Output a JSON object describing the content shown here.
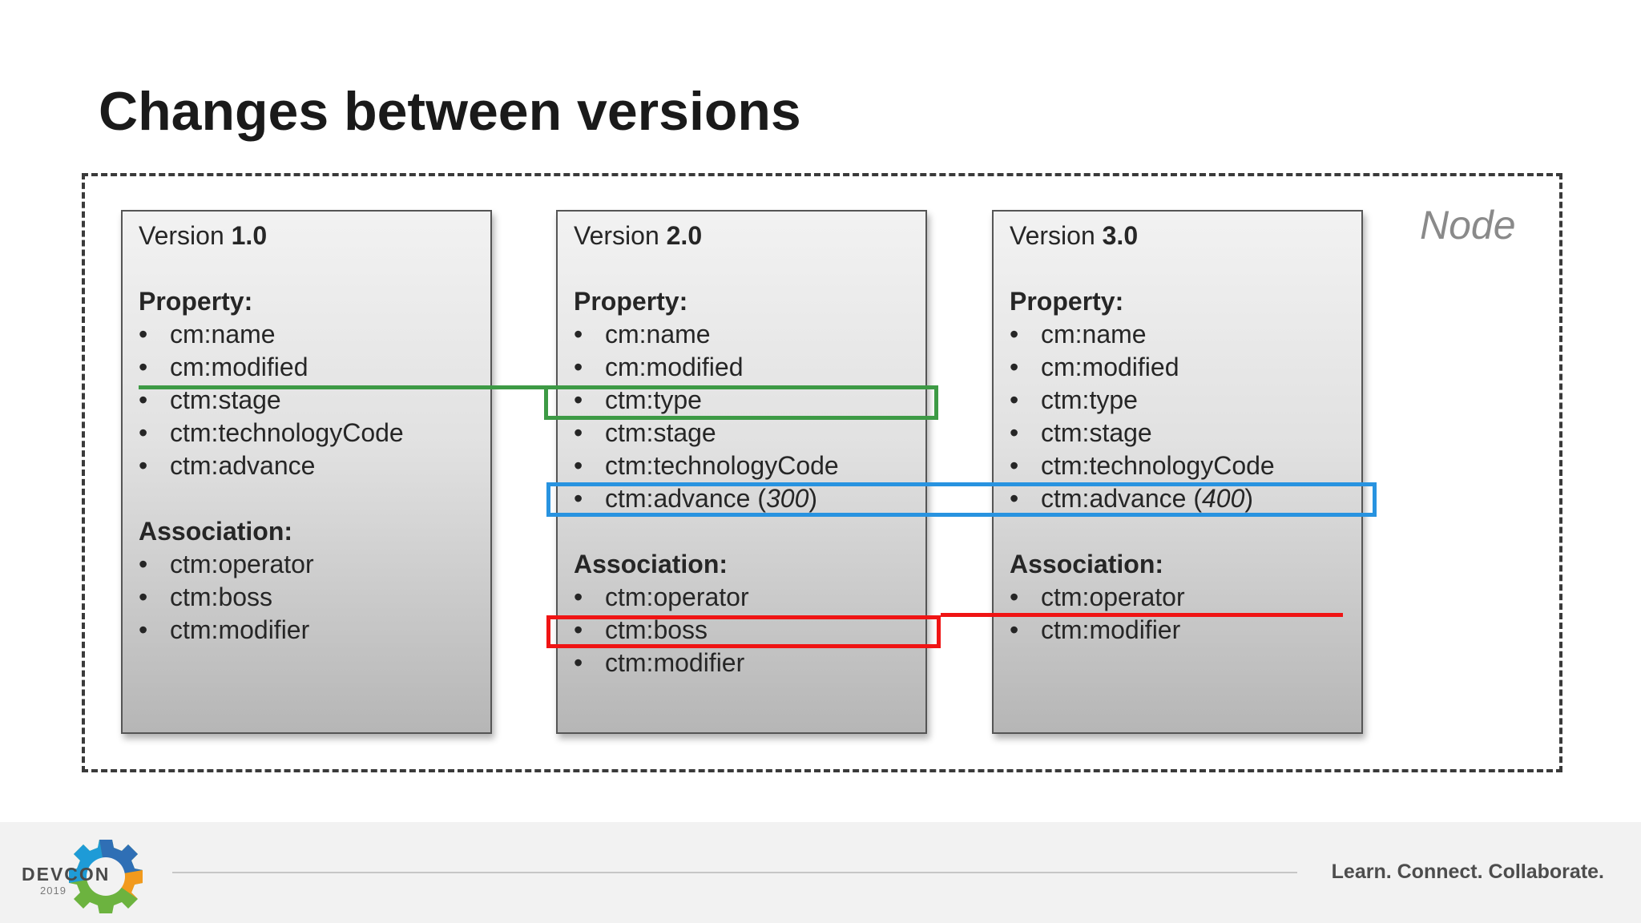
{
  "slide": {
    "title": "Changes between versions"
  },
  "node_label": "Node",
  "versions": [
    {
      "prefix": "Version",
      "number": "1.0",
      "property_heading": "Property:",
      "properties": [
        {
          "text": "cm:name"
        },
        {
          "text": "cm:modified"
        },
        {
          "text": "ctm:stage"
        },
        {
          "text": "ctm:technologyCode"
        },
        {
          "text": "ctm:advance"
        }
      ],
      "association_heading": "Association:",
      "associations": [
        {
          "text": "ctm:operator"
        },
        {
          "text": "ctm:boss"
        },
        {
          "text": "ctm:modifier"
        }
      ]
    },
    {
      "prefix": "Version",
      "number": "2.0",
      "property_heading": "Property:",
      "properties": [
        {
          "text": "cm:name"
        },
        {
          "text": "cm:modified"
        },
        {
          "text": "ctm:type"
        },
        {
          "text": "ctm:stage"
        },
        {
          "text": "ctm:technologyCode"
        },
        {
          "text": "ctm:advance",
          "note": "300"
        }
      ],
      "association_heading": "Association:",
      "associations": [
        {
          "text": "ctm:operator"
        },
        {
          "text": "ctm:boss"
        },
        {
          "text": "ctm:modifier"
        }
      ]
    },
    {
      "prefix": "Version",
      "number": "3.0",
      "property_heading": "Property:",
      "properties": [
        {
          "text": "cm:name"
        },
        {
          "text": "cm:modified"
        },
        {
          "text": "ctm:type"
        },
        {
          "text": "ctm:stage"
        },
        {
          "text": "ctm:technologyCode"
        },
        {
          "text": "ctm:advance",
          "note": "400"
        }
      ],
      "association_heading": "Association:",
      "associations": [
        {
          "text": "ctm:operator"
        },
        {
          "text": "ctm:modifier"
        }
      ]
    }
  ],
  "highlight_colors": {
    "added": "#3d9a45",
    "changed": "#2893e0",
    "removed": "#f01414"
  },
  "footer": {
    "brand": "DEVCON",
    "year": "2019",
    "tagline": "Learn. Connect. Collaborate.",
    "logo_icon": "gear-icon"
  }
}
